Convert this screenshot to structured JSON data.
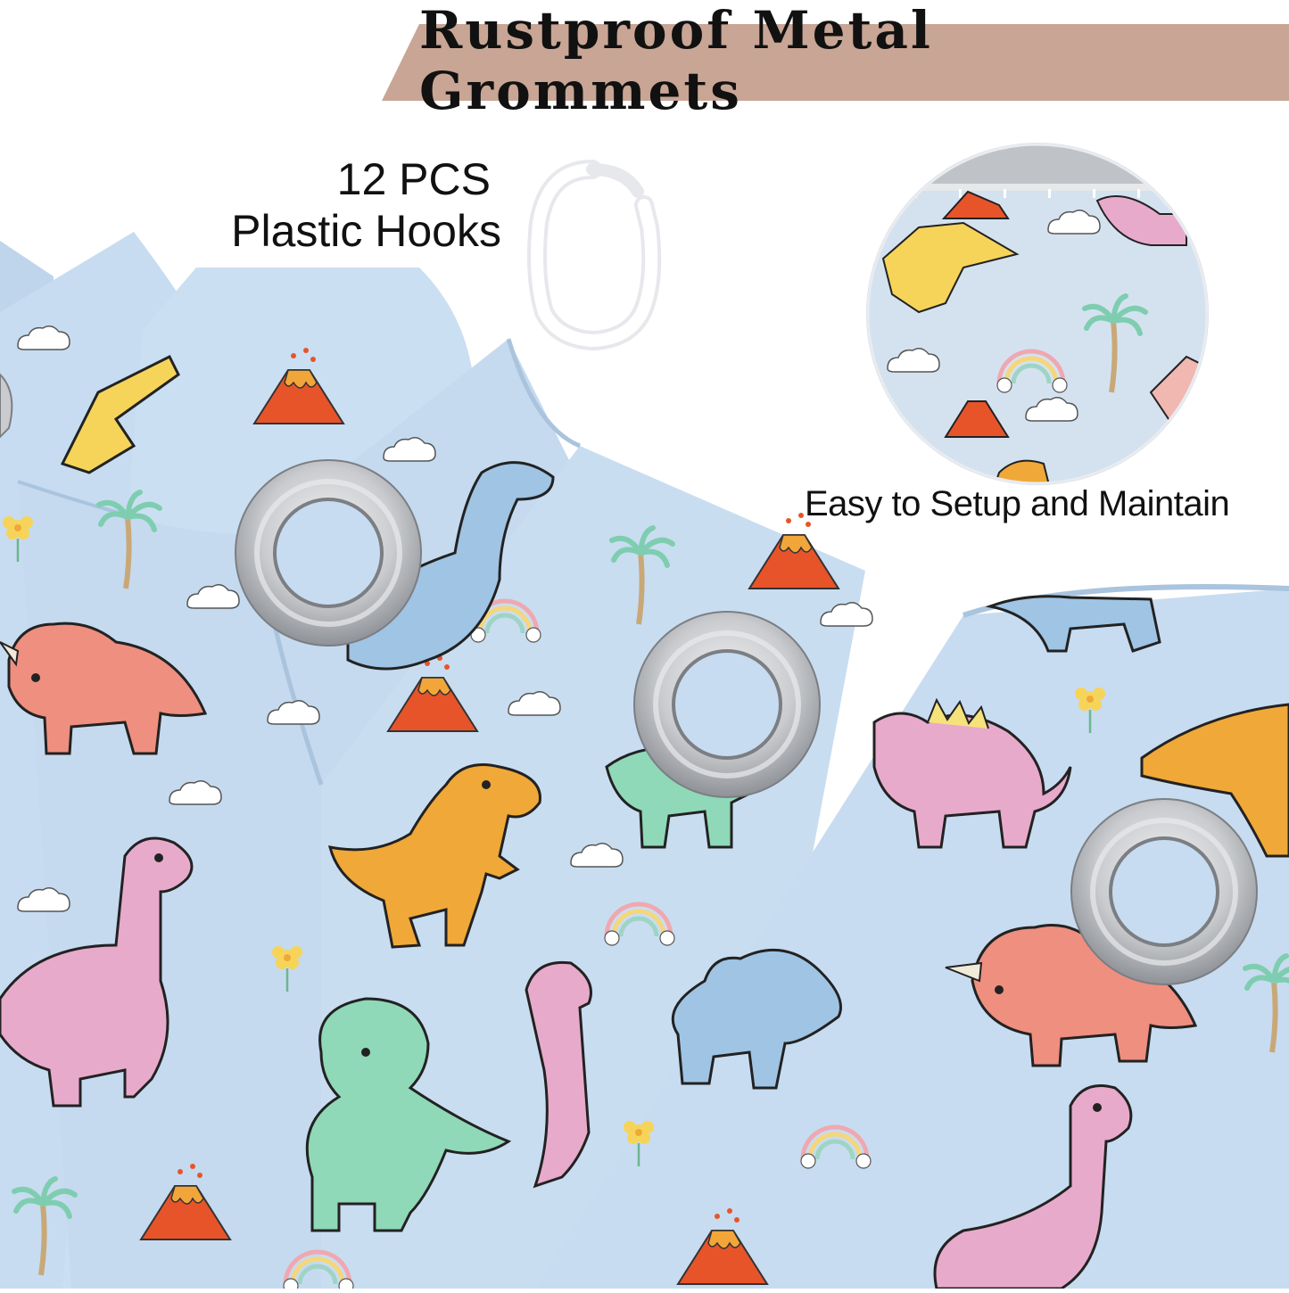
{
  "banner": {
    "title": "Rustproof Metal Grommets",
    "color": "#c9a595"
  },
  "hooks": {
    "count_label": "12 PCS",
    "name_label": "Plastic Hooks"
  },
  "inset": {
    "caption": "Easy to Setup and Maintain"
  },
  "colors": {
    "fabric": "#c7dcf0",
    "fabric_shadow": "#aac4de",
    "grommet": "#c8cacd",
    "dino_pink": "#e8aacb",
    "dino_orange": "#f0a838",
    "dino_mint": "#8fd8b8",
    "dino_blue": "#9fc4e4",
    "dino_coral": "#ee8f80",
    "volcano": "#e8542a"
  }
}
